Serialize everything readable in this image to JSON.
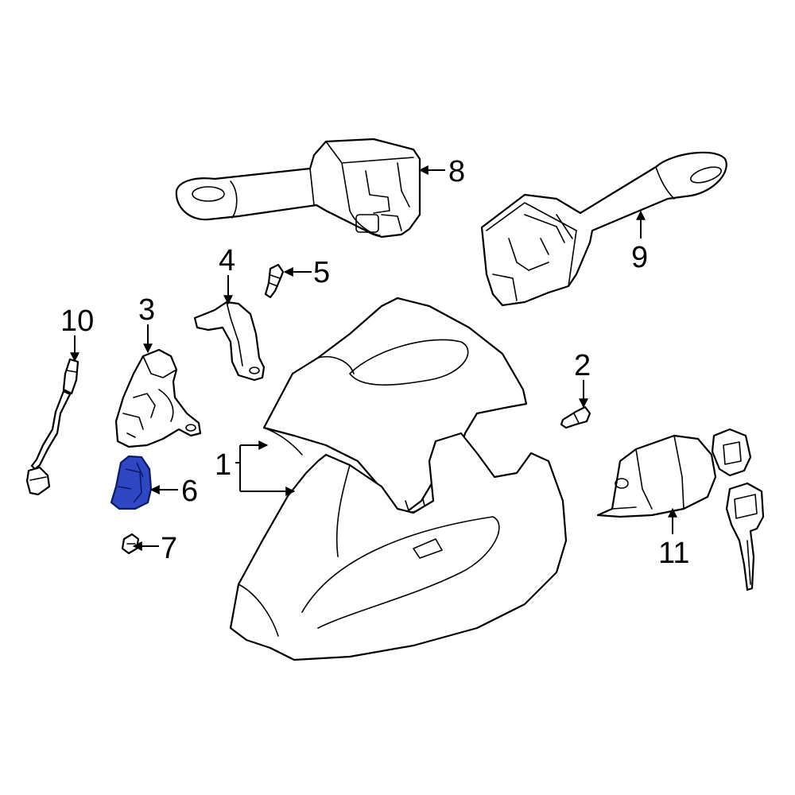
{
  "callouts": [
    {
      "id": "1",
      "label": "1"
    },
    {
      "id": "2",
      "label": "2"
    },
    {
      "id": "3",
      "label": "3"
    },
    {
      "id": "4",
      "label": "4"
    },
    {
      "id": "5",
      "label": "5"
    },
    {
      "id": "6",
      "label": "6"
    },
    {
      "id": "7",
      "label": "7"
    },
    {
      "id": "8",
      "label": "8"
    },
    {
      "id": "9",
      "label": "9"
    },
    {
      "id": "10",
      "label": "10"
    },
    {
      "id": "11",
      "label": "11"
    }
  ],
  "colors": {
    "highlight_part": "#2f47c2",
    "line": "#000000",
    "background": "#ffffff"
  },
  "highlighted_callout": "6"
}
